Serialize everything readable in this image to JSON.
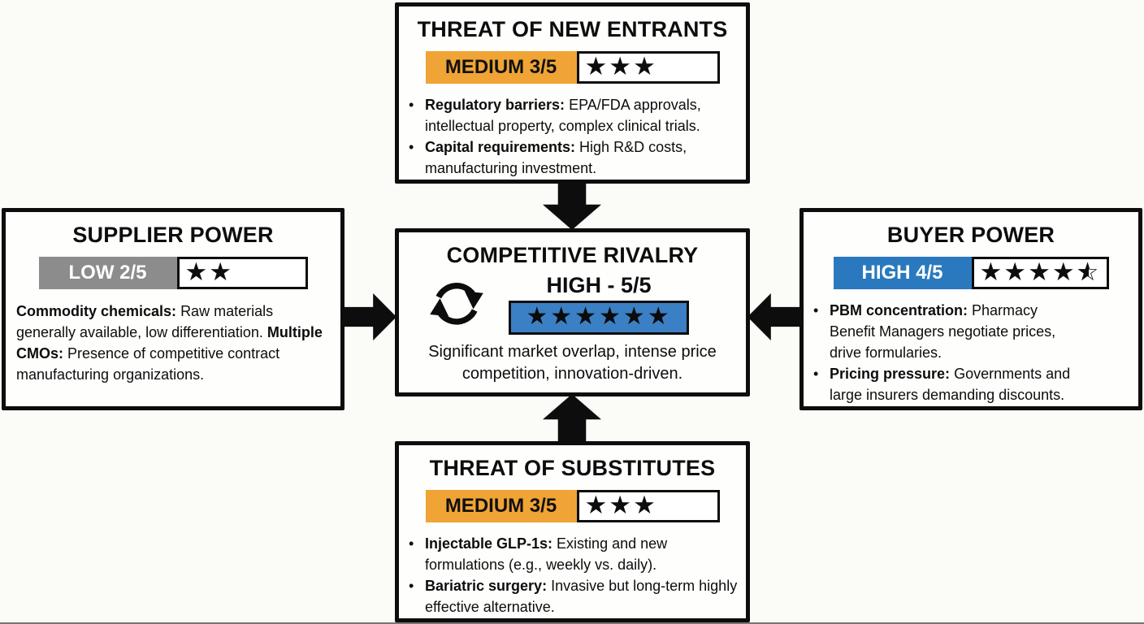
{
  "glyphs": {
    "star_filled": "★",
    "star_outline": "☆",
    "bullet": "•"
  },
  "colors": {
    "medium_badge": "#F0A435",
    "low_badge": "#8C8C8C",
    "high_badge": "#2A79BE",
    "rivalry_bar_blue": "#3B80C4",
    "box_border": "#0D0D0D",
    "background": "#FBFBF8"
  },
  "boxes": {
    "new_entrants": {
      "title": "THREAT OF NEW ENTRANTS",
      "rating": {
        "label": "MEDIUM 3/5",
        "stars": "★★★"
      },
      "bullets": [
        {
          "label": "Regulatory barriers:",
          "text": "EPA/FDA approvals, intellectual property, complex clinical trials."
        },
        {
          "label": "Capital requirements:",
          "text": "High R&D costs, manufacturing investment."
        }
      ]
    },
    "supplier_power": {
      "title": "SUPPLIER POWER",
      "rating": {
        "label": "LOW 2/5",
        "stars": "★★"
      },
      "items": [
        {
          "label": "Commodity chemicals:",
          "text": "Raw materials generally available, low differentiation."
        },
        {
          "label": "Multiple CMOs:",
          "text": "Presence of competitive contract manufacturing organizations."
        }
      ]
    },
    "rivalry": {
      "title": "COMPETITIVE RIVALRY",
      "level_label": "HIGH - 5/5",
      "stars": "★★★★★★",
      "description": "Significant market overlap, intense price competition, innovation-driven."
    },
    "buyer_power": {
      "title": "BUYER POWER",
      "rating": {
        "label": "HIGH 4/5",
        "stars_full": "★★★★",
        "has_half_star": true
      },
      "bullets": [
        {
          "label": "PBM concentration:",
          "text": "Pharmacy Benefit Managers negotiate prices, drive formularies."
        },
        {
          "label": "Pricing pressure:",
          "text": "Governments and large insurers demanding discounts."
        }
      ]
    },
    "substitutes": {
      "title": "THREAT OF SUBSTITUTES",
      "rating": {
        "label": "MEDIUM 3/5",
        "stars": "★★★"
      },
      "bullets": [
        {
          "label": "Injectable GLP-1s:",
          "text": "Existing and new formulations (e.g., weekly vs. daily)."
        },
        {
          "label": "Bariatric surgery:",
          "text": "Invasive but long-term highly effective alternative."
        }
      ]
    }
  }
}
